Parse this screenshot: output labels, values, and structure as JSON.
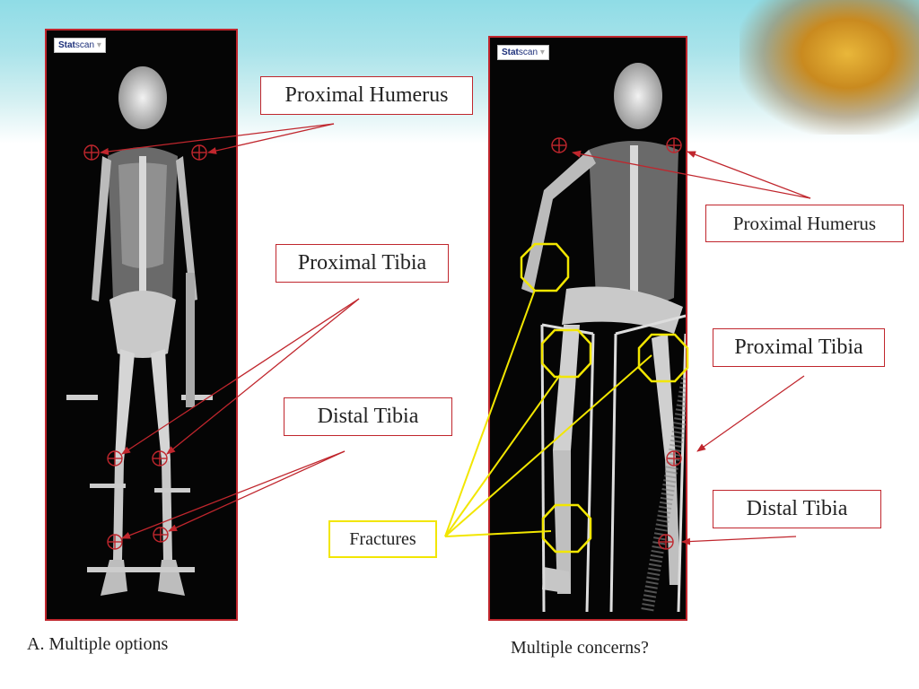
{
  "left_panel": {
    "logo": {
      "brand_bold": "Stat",
      "brand_rest": "scan"
    },
    "caption": "A. Multiple options"
  },
  "right_panel": {
    "logo": {
      "brand_bold": "Stat",
      "brand_rest": "scan"
    },
    "caption": "Multiple concerns?"
  },
  "labels": {
    "left_proximal_humerus": "Proximal Humerus",
    "left_proximal_tibia": "Proximal Tibia",
    "left_distal_tibia": "Distal Tibia",
    "right_proximal_humerus": "Proximal Humerus",
    "right_proximal_tibia": "Proximal Tibia",
    "right_distal_tibia": "Distal Tibia",
    "fractures": "Fractures"
  },
  "colors": {
    "accent_red": "#c0262d",
    "fracture_yellow": "#f2e600",
    "panel_background": "#050505"
  }
}
